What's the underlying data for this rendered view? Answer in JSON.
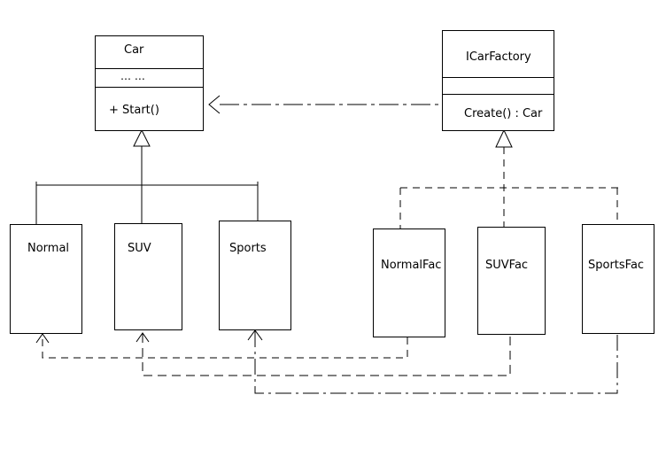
{
  "car": {
    "name": "Car",
    "attributes": "… …",
    "operation": "+ Start()"
  },
  "factory": {
    "name": "ICarFactory",
    "operation": "Create() : Car"
  },
  "products": [
    {
      "name": "Normal"
    },
    {
      "name": "SUV"
    },
    {
      "name": "Sports"
    }
  ],
  "factories": [
    {
      "name": "NormalFac"
    },
    {
      "name": "SUVFac"
    },
    {
      "name": "SportsFac"
    }
  ]
}
